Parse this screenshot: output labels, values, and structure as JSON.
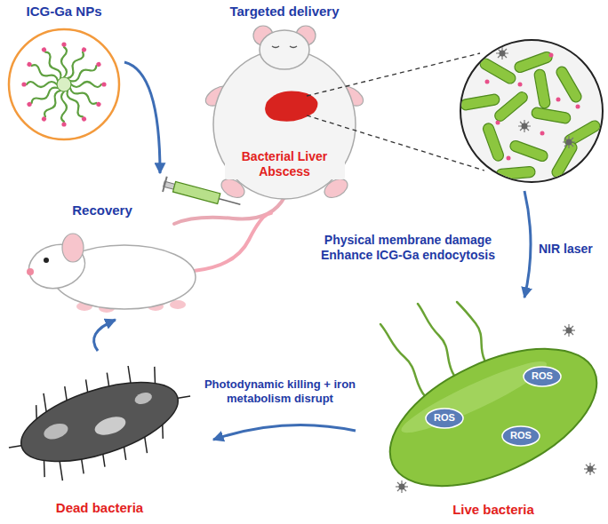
{
  "diagram": {
    "nodes": [
      {
        "text": [
          "ICG-Ga NPs"
        ]
      },
      {
        "text": [
          "Targeted delivery",
          "Bacterial Liver Abscess"
        ]
      },
      {
        "text": [
          "Live bacteria"
        ]
      },
      {
        "text": [
          "ROS"
        ],
        "in": 2
      },
      {
        "text": [
          "ROS"
        ],
        "in": 2
      },
      {
        "text": [
          "ROS"
        ],
        "in": 2
      },
      {
        "text": [
          "Dead bacteria"
        ]
      },
      {
        "text": [
          "Recovery"
        ]
      }
    ],
    "edges": [
      {
        "from": 0,
        "to": 1,
        "arrow": "to"
      },
      {
        "from": 1,
        "to": 2,
        "arrow": "to",
        "label": "NIR laser"
      },
      {
        "from": 2,
        "to": 6,
        "arrow": "to",
        "label": "Photodynamic killing + iron metabolism disrupt"
      },
      {
        "from": 6,
        "to": 7,
        "arrow": "to"
      }
    ],
    "labels": [
      "Physical membrane damage Enhance ICG-Ga endocytosis"
    ]
  }
}
